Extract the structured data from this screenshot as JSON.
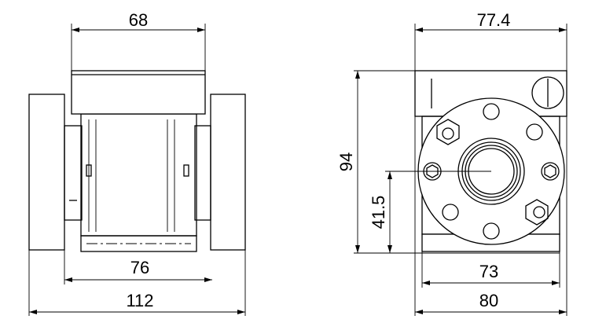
{
  "drawing": {
    "front_view": {
      "dimensions": {
        "top_width": "68",
        "body_width": "76",
        "overall_width": "112"
      }
    },
    "side_view": {
      "dimensions": {
        "top_width": "77.4",
        "overall_height": "94",
        "center_height": "41.5",
        "base_width": "73",
        "overall_width": "80"
      }
    },
    "colors": {
      "line": "#000000",
      "background": "#ffffff"
    }
  }
}
